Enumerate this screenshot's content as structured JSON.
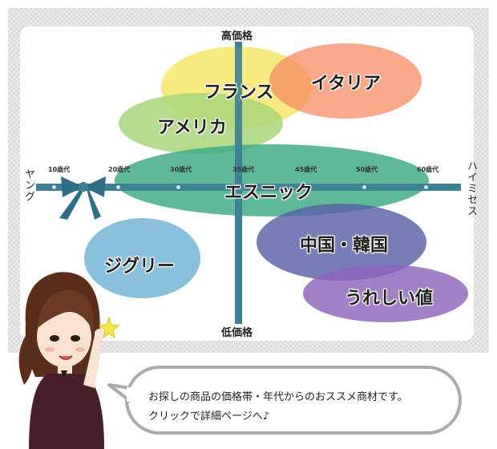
{
  "axes": {
    "top": "高価格",
    "bottom": "低価格",
    "left": "ヤング",
    "right": "ハイミセス",
    "ticks": [
      "10歳代",
      "20歳代",
      "30歳代",
      "35歳代",
      "45歳代",
      "50歳代",
      "60歳代"
    ]
  },
  "segments": [
    {
      "label": "フランス",
      "color": "#f6e66a"
    },
    {
      "label": "イタリア",
      "color": "#f5a07f"
    },
    {
      "label": "アメリカ",
      "color": "#a8d67a"
    },
    {
      "label": "エスニック",
      "color": "#4fb894"
    },
    {
      "label": "中国・韓国",
      "color": "#6a71ad"
    },
    {
      "label": "うれしい値",
      "color": "#9d79bd"
    },
    {
      "label": "ジグリー",
      "color": "#7eb9d9"
    }
  ],
  "message": {
    "line1": "お探しの商品の価格帯・年代からのおススメ商材です。",
    "line2": "クリックで詳細ページへ♪"
  },
  "colors": {
    "ribbon": "#3e7f96",
    "frame": "#e6e6e6",
    "bubble_border": "#aaaaaa"
  }
}
